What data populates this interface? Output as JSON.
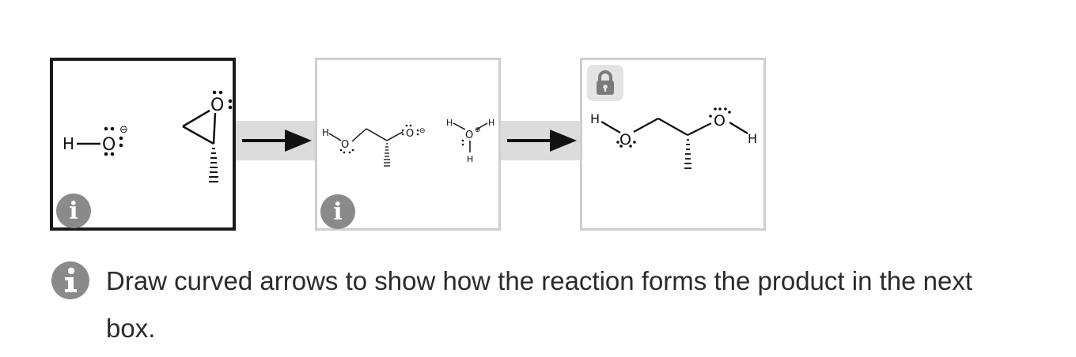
{
  "instruction": {
    "text": "Draw curved arrows to show how the reaction forms the product in the next box."
  },
  "panels": [
    {
      "name": "reactants",
      "state": "selected",
      "atoms": {
        "h": "H",
        "o1": "O",
        "o1_charge": "⊖",
        "o2": "O"
      }
    },
    {
      "name": "intermediate",
      "state": "inactive",
      "atoms": {
        "h1": "H",
        "o1": "O",
        "o2": "O",
        "o2_charge": "⊖",
        "h2": "H",
        "o3": "O",
        "o3_charge": "⊕",
        "h3": "H",
        "h4": "H"
      }
    },
    {
      "name": "product",
      "state": "locked",
      "atoms": {
        "h1": "H",
        "o1": "O",
        "o2": "O",
        "h2": "H"
      }
    }
  ],
  "icons": {
    "info": "info-icon",
    "lock": "lock-icon",
    "arrow": "reaction-arrow-icon",
    "info_glyph": "i"
  },
  "colors": {
    "selected_border": "#1a1a1a",
    "panel_border": "#cfcfcf",
    "connector": "#dcdcdc",
    "icon_gray": "#8a8a8a",
    "text": "#2b2b2b"
  }
}
